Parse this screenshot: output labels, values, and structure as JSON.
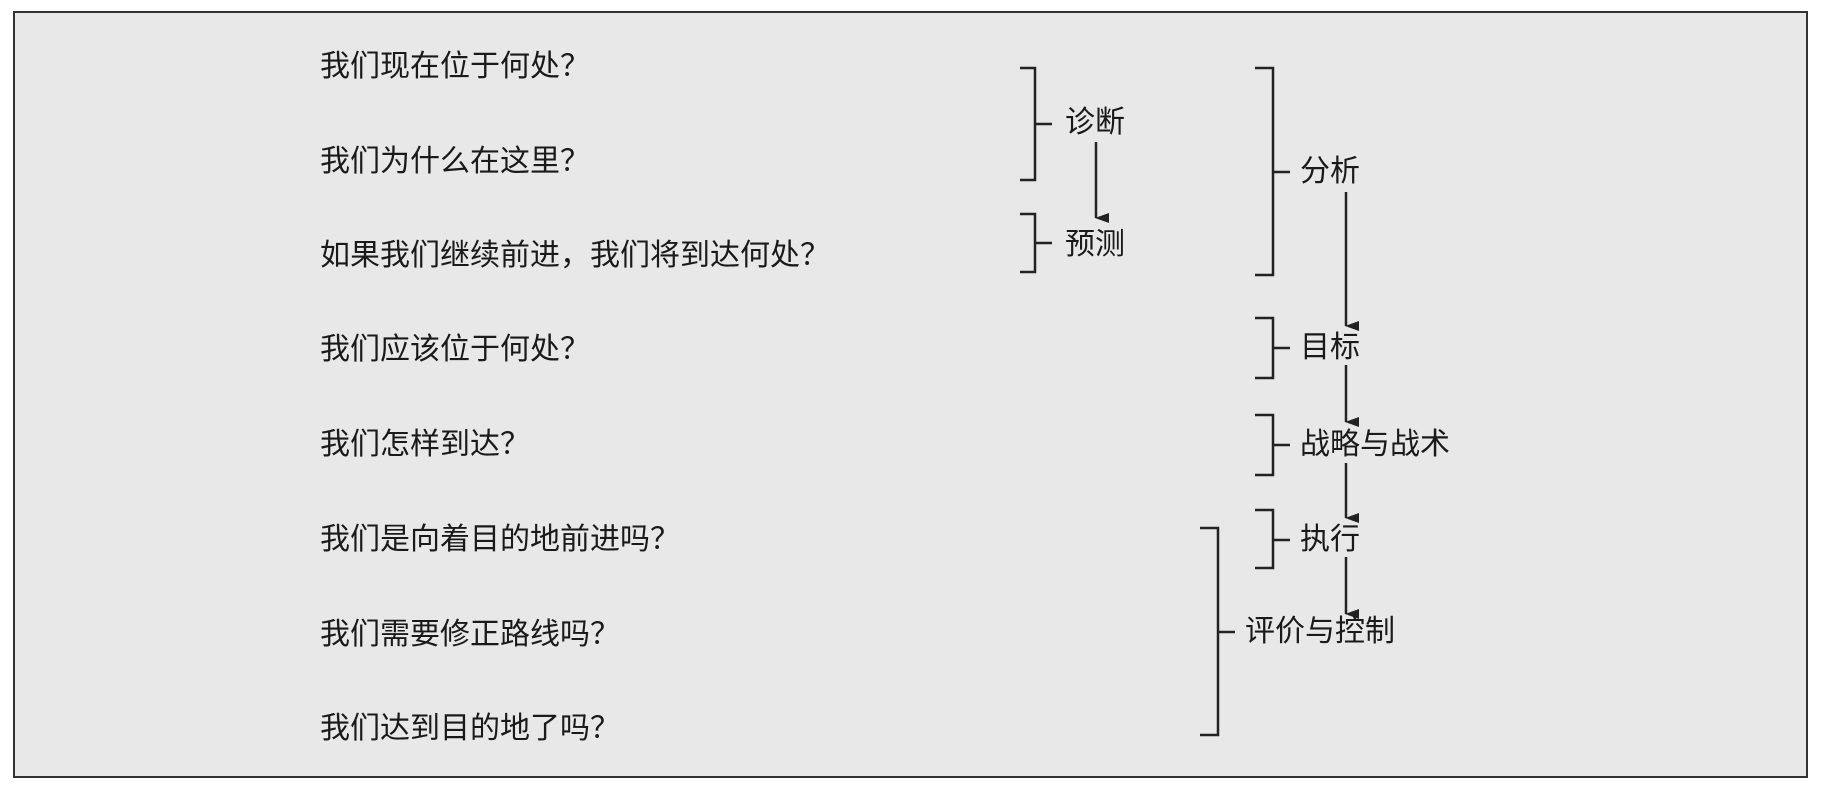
{
  "questions": [
    "我们现在位于何处？",
    "我们为什么在这里？",
    "如果我们继续前进，我们将到达何处？",
    "我们应该位于何处？",
    "我们怎样到达？",
    "我们是向着目的地前进吗？",
    "我们需要修正路线吗？",
    "我们达到目的地了吗？"
  ],
  "stages": {
    "diagnosis": "诊断",
    "forecast": "预测",
    "analysis": "分析",
    "objectives": "目标",
    "strategy_tactics": "战略与战术",
    "execution": "执行",
    "evaluation_control": "评价与控制"
  },
  "colors": {
    "background": "#e8e8e8",
    "line": "#222222",
    "text": "#1a1a1a"
  }
}
